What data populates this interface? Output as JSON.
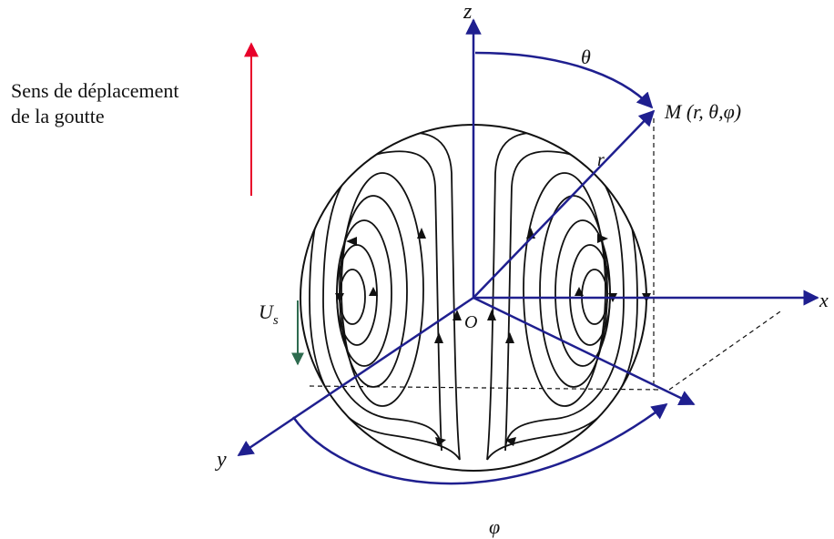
{
  "caption": {
    "line1": "Sens de déplacement",
    "line2": "de la goutte"
  },
  "labels": {
    "z": "z",
    "x": "x",
    "y": "y",
    "origin": "O",
    "r": "r",
    "theta": "θ",
    "phi": "φ",
    "point": "M (r, θ,φ)",
    "us_main": "U",
    "us_sub": "s"
  },
  "colors": {
    "axis": "#1f1f8f",
    "stream": "#111111",
    "drop_direction": "#e8002a",
    "settling_velocity": "#2e6b4f"
  }
}
